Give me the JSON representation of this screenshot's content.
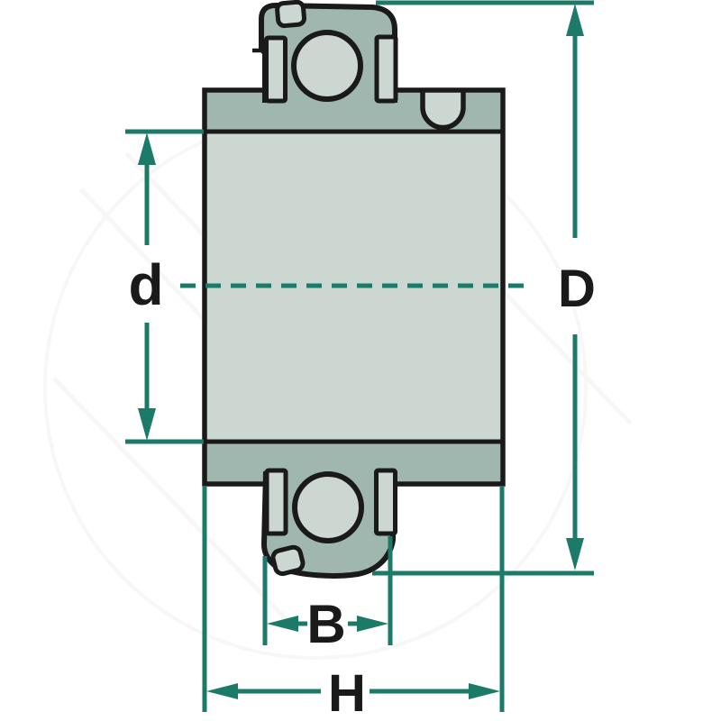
{
  "figure": {
    "type": "technical-drawing",
    "subject": "radial insert ball bearing cross-section with locking collar",
    "colors": {
      "dimension_teal": "#1b7a68",
      "outline_ink": "#1a1a1a",
      "ring_light": "#cdd7d2",
      "ring_dark": "#9fb7ae",
      "background": "#ffffff"
    },
    "dimensions": {
      "bore_diameter_label": "d",
      "outer_diameter_label": "D",
      "inner_ring_width_label": "B",
      "overall_width_label": "H"
    }
  }
}
